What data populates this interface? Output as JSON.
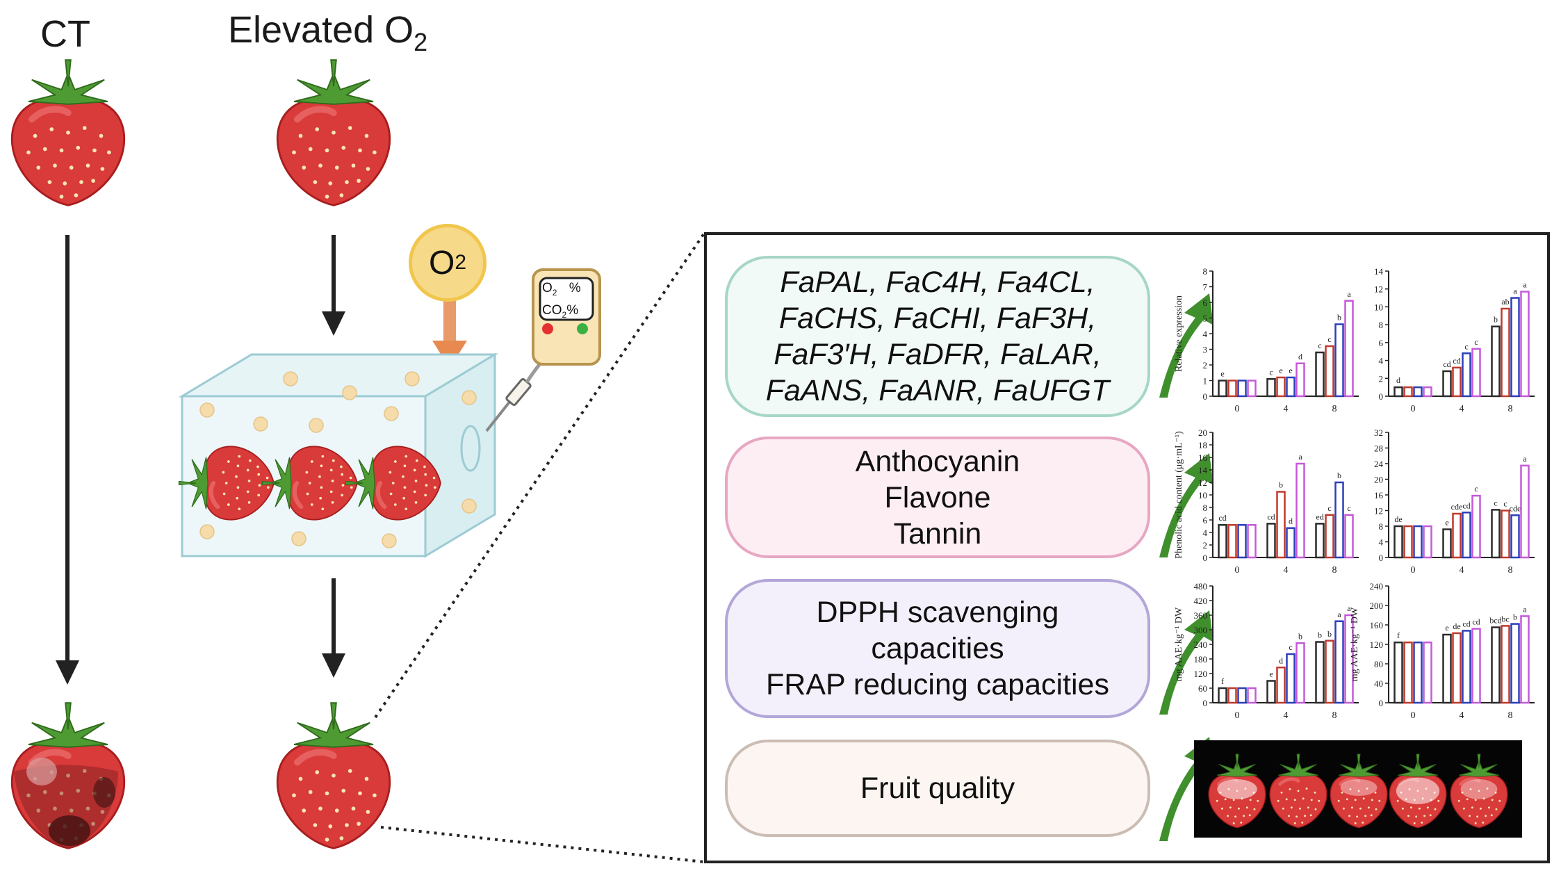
{
  "labels": {
    "control": "CT",
    "treatment_prefix": "Elevated O",
    "treatment_sub": "2"
  },
  "o2_bubble": {
    "text": "O",
    "sub": "2"
  },
  "meter": {
    "line1": "O",
    "line1_sub": "2",
    "line1_unit": "%",
    "line2": "CO",
    "line2_sub": "2",
    "line2_unit": "%"
  },
  "pathways": [
    {
      "lines": [
        "FaPAL, FaC4H, Fa4CL,",
        "FaCHS, FaCHI, FaF3H,",
        "FaF3′H, FaDFR, FaLAR,",
        "FaANS, FaANR, FaUFGT"
      ],
      "italic": true,
      "border": "#a6d6c8",
      "fill": "#f1faf7"
    },
    {
      "lines": [
        "Anthocyanin",
        "Flavone",
        "Tannin"
      ],
      "italic": false,
      "border": "#e7a7c2",
      "fill": "#fdeef4"
    },
    {
      "lines": [
        "DPPH scavenging",
        "capacities",
        "FRAP reducing capacities"
      ],
      "italic": false,
      "border": "#b3a6d8",
      "fill": "#f3f0fb"
    },
    {
      "lines": [
        "Fruit quality"
      ],
      "italic": false,
      "border": "#cbbcb4",
      "fill": "#fcf5f2"
    }
  ],
  "chart_data": [
    {
      "type": "bar",
      "categories": [
        "0",
        "4",
        "8"
      ],
      "ylabel": "Relative expression",
      "ylim": [
        0,
        8
      ],
      "yticks": [
        "0",
        "1",
        "2",
        "3",
        "4",
        "5",
        "6",
        "7",
        "8"
      ],
      "series": [
        {
          "values": [
            1.0,
            1.1,
            2.8
          ]
        },
        {
          "values": [
            1.0,
            1.2,
            3.2
          ]
        },
        {
          "values": [
            1.0,
            1.2,
            4.6
          ]
        },
        {
          "values": [
            1.0,
            2.1,
            6.1
          ]
        }
      ],
      "letters": [
        [
          "e",
          "",
          "",
          ""
        ],
        [
          "c",
          "e",
          "e",
          "d"
        ],
        [
          "c",
          "c",
          "b",
          "a"
        ]
      ]
    },
    {
      "type": "bar",
      "categories": [
        "0",
        "4",
        "8"
      ],
      "ylabel": "",
      "ylim": [
        0,
        14
      ],
      "yticks": [
        "0",
        "2",
        "4",
        "6",
        "8",
        "10",
        "12",
        "14"
      ],
      "series": [
        {
          "values": [
            1.0,
            2.8,
            7.8
          ]
        },
        {
          "values": [
            1.0,
            3.2,
            9.8
          ]
        },
        {
          "values": [
            1.0,
            4.8,
            11.0
          ]
        },
        {
          "values": [
            1.0,
            5.3,
            11.7
          ]
        }
      ],
      "letters": [
        [
          "d",
          "",
          "",
          ""
        ],
        [
          "cd",
          "cd",
          "c",
          "c"
        ],
        [
          "b",
          "ab",
          "a",
          "a"
        ]
      ]
    },
    {
      "type": "bar",
      "categories": [
        "0",
        "4",
        "8"
      ],
      "ylabel": "Phenolic acid content (μg·mL⁻¹)",
      "ylim": [
        0,
        20
      ],
      "yticks": [
        "0",
        "2",
        "4",
        "6",
        "8",
        "10",
        "12",
        "14",
        "16",
        "18",
        "20"
      ],
      "series": [
        {
          "values": [
            5.2,
            5.4,
            5.4
          ]
        },
        {
          "values": [
            5.2,
            10.5,
            6.8
          ]
        },
        {
          "values": [
            5.2,
            4.7,
            12.0
          ]
        },
        {
          "values": [
            5.2,
            15.0,
            6.8
          ]
        }
      ],
      "letters": [
        [
          "cd",
          "",
          "",
          ""
        ],
        [
          "cd",
          "b",
          "d",
          "a"
        ],
        [
          "ed",
          "c",
          "b",
          "c"
        ]
      ]
    },
    {
      "type": "bar",
      "categories": [
        "0",
        "4",
        "8"
      ],
      "ylabel": "",
      "ylim": [
        0,
        32
      ],
      "yticks": [
        "0",
        "4",
        "8",
        "12",
        "16",
        "20",
        "24",
        "28",
        "32"
      ],
      "series": [
        {
          "values": [
            8.0,
            7.2,
            12.2
          ]
        },
        {
          "values": [
            8.0,
            11.2,
            12.0
          ]
        },
        {
          "values": [
            8.0,
            11.5,
            10.8
          ]
        },
        {
          "values": [
            8.0,
            15.8,
            23.5
          ]
        }
      ],
      "letters": [
        [
          "de",
          "",
          "",
          ""
        ],
        [
          "e",
          "cde",
          "cd",
          "c"
        ],
        [
          "c",
          "c",
          "cde",
          "a"
        ]
      ]
    },
    {
      "type": "bar",
      "categories": [
        "0",
        "4",
        "8"
      ],
      "ylabel": "mg AAE·kg⁻¹ DW",
      "ylim": [
        0,
        480
      ],
      "yticks": [
        "0",
        "60",
        "120",
        "180",
        "240",
        "300",
        "360",
        "420",
        "480"
      ],
      "series": [
        {
          "values": [
            60,
            90,
            250
          ]
        },
        {
          "values": [
            60,
            145,
            255
          ]
        },
        {
          "values": [
            60,
            200,
            335
          ]
        },
        {
          "values": [
            60,
            245,
            360
          ]
        }
      ],
      "letters": [
        [
          "f",
          "",
          "",
          ""
        ],
        [
          "e",
          "d",
          "c",
          "b"
        ],
        [
          "b",
          "b",
          "a",
          "a"
        ]
      ]
    },
    {
      "type": "bar",
      "categories": [
        "0",
        "4",
        "8"
      ],
      "ylabel": "mg AAE·kg⁻¹ DW",
      "ylim": [
        0,
        240
      ],
      "yticks": [
        "0",
        "40",
        "80",
        "120",
        "160",
        "200",
        "240"
      ],
      "series": [
        {
          "values": [
            124,
            140,
            155
          ]
        },
        {
          "values": [
            124,
            143,
            158
          ]
        },
        {
          "values": [
            124,
            148,
            162
          ]
        },
        {
          "values": [
            124,
            152,
            178
          ]
        }
      ],
      "letters": [
        [
          "f",
          "",
          "",
          ""
        ],
        [
          "e",
          "de",
          "cd",
          "cd"
        ],
        [
          "bcd",
          "bc",
          "b",
          "a"
        ]
      ]
    }
  ],
  "colors": {
    "series": [
      "#2b2b2b",
      "#c0392b",
      "#2c3fb8",
      "#c45ad8"
    ],
    "arrow": "#3f8f2c",
    "strawberry": "#d23a3a",
    "bubble": "#f7d98a"
  }
}
